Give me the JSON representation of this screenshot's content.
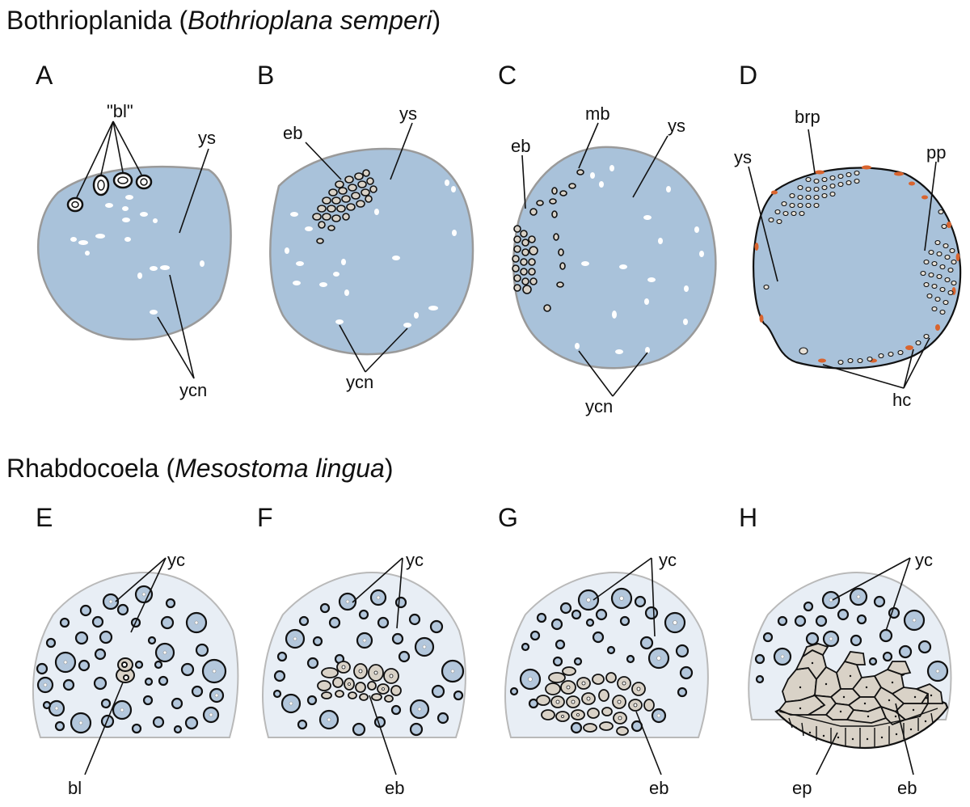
{
  "sections": [
    {
      "title_prefix": "Bothrioplanida (",
      "title_italic": "Bothrioplana semperi",
      "title_suffix": ")"
    },
    {
      "title_prefix": "Rhabdocoela (",
      "title_italic": "Mesostoma lingua",
      "title_suffix": ")"
    }
  ],
  "panels": [
    {
      "letter": "A",
      "labels": [
        "\"bl\"",
        "ys",
        "ycn"
      ]
    },
    {
      "letter": "B",
      "labels": [
        "eb",
        "ys",
        "ycn"
      ]
    },
    {
      "letter": "C",
      "labels": [
        "eb",
        "mb",
        "ys",
        "ycn"
      ]
    },
    {
      "letter": "D",
      "labels": [
        "ys",
        "brp",
        "pp",
        "hc"
      ]
    },
    {
      "letter": "E",
      "labels": [
        "yc",
        "bl"
      ]
    },
    {
      "letter": "F",
      "labels": [
        "yc",
        "eb"
      ]
    },
    {
      "letter": "G",
      "labels": [
        "yc",
        "eb"
      ]
    },
    {
      "letter": "H",
      "labels": [
        "yc",
        "ep",
        "eb"
      ]
    }
  ],
  "colors": {
    "yolk_syncytium": "#a9c2da",
    "yolk_syncytium_outline": "#9a9a9a",
    "nucleus": "#ffffff",
    "embryonic_cell": "#d9d2c7",
    "yolk_cell": "#b3c7dc",
    "rhabdo_embryo_bg": "#e8eef5",
    "hull_cell": "#d9642e"
  }
}
